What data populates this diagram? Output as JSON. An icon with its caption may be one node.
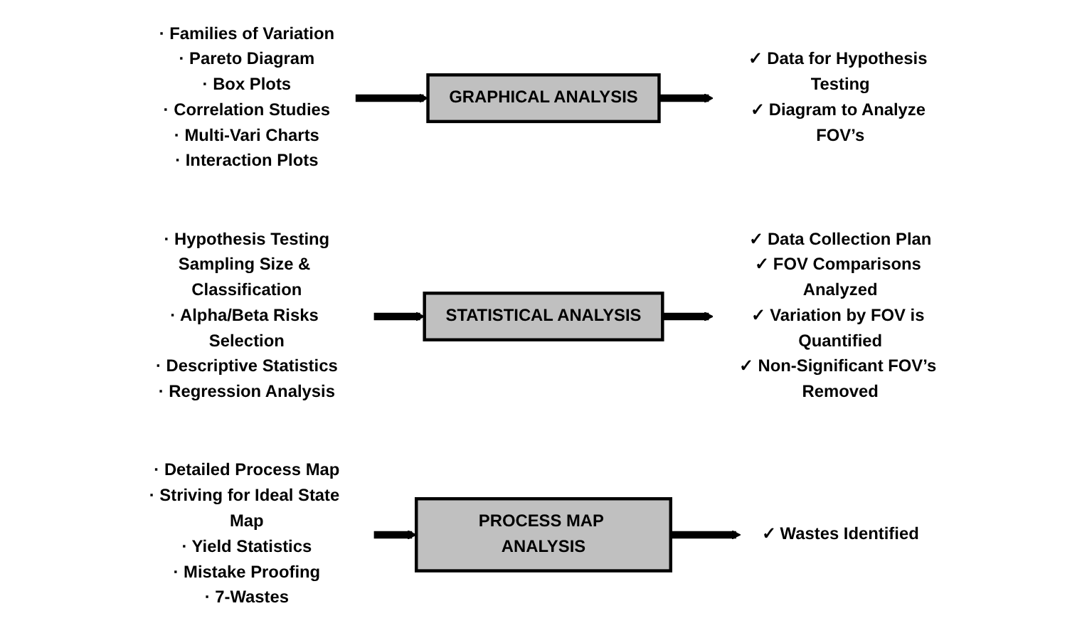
{
  "diagram": {
    "nodes": [
      {
        "text": [
          "· Families of Variation",
          "· Pareto Diagram",
          "· Box Plots",
          "· Correlation Studies",
          "· Multi-Vari Charts",
          "· Interaction Plots"
        ]
      },
      {
        "text": [
          "GRAPHICAL ANALYSIS"
        ]
      },
      {
        "text": [
          "✓ Data for Hypothesis Testing",
          "✓ Diagram to Analyze FOV’s"
        ]
      },
      {
        "text": [
          "· Hypothesis Testing",
          "Sampling Size & Classification",
          "· Alpha/Beta Risks Selection",
          "· Descriptive Statistics",
          "· Regression Analysis"
        ]
      },
      {
        "text": [
          "STATISTICAL ANALYSIS"
        ]
      },
      {
        "text": [
          "✓ Data Collection Plan",
          "✓ FOV Comparisons Analyzed",
          "✓ Variation by FOV is Quantified",
          "✓ Non-Significant FOV’s Removed"
        ]
      },
      {
        "text": [
          "· Detailed Process Map",
          "· Striving for Ideal State Map",
          "· Yield Statistics",
          "· Mistake Proofing",
          "· 7-Wastes"
        ]
      },
      {
        "text": [
          "PROCESS MAP ANALYSIS"
        ]
      },
      {
        "text": [
          "✓ Wastes Identified"
        ]
      }
    ],
    "edges": [
      {
        "from": 0,
        "to": 1,
        "arrow": "to"
      },
      {
        "from": 1,
        "to": 2,
        "arrow": "to"
      },
      {
        "from": 3,
        "to": 4,
        "arrow": "to"
      },
      {
        "from": 4,
        "to": 5,
        "arrow": "to"
      },
      {
        "from": 6,
        "to": 7,
        "arrow": "to"
      },
      {
        "from": 7,
        "to": 8,
        "arrow": "to"
      }
    ]
  }
}
